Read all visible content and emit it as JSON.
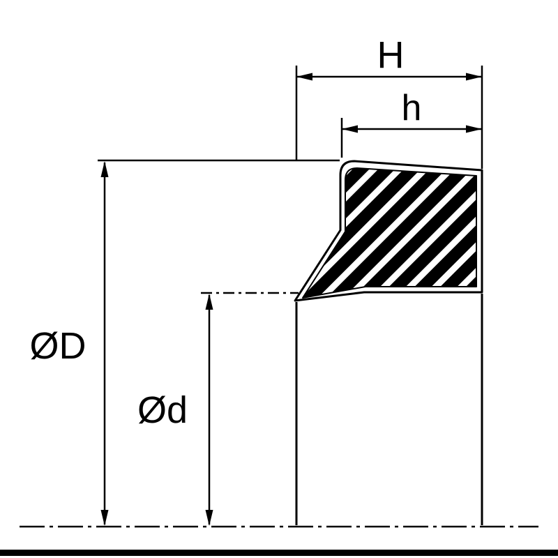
{
  "diagram": {
    "labels": {
      "H": "H",
      "h": "h",
      "OD": "ØD",
      "Od": "Ød"
    },
    "colors": {
      "line": "#000000",
      "background": "#ffffff",
      "hatch_fill": "#000000",
      "hatch_stripe": "#ffffff"
    }
  }
}
